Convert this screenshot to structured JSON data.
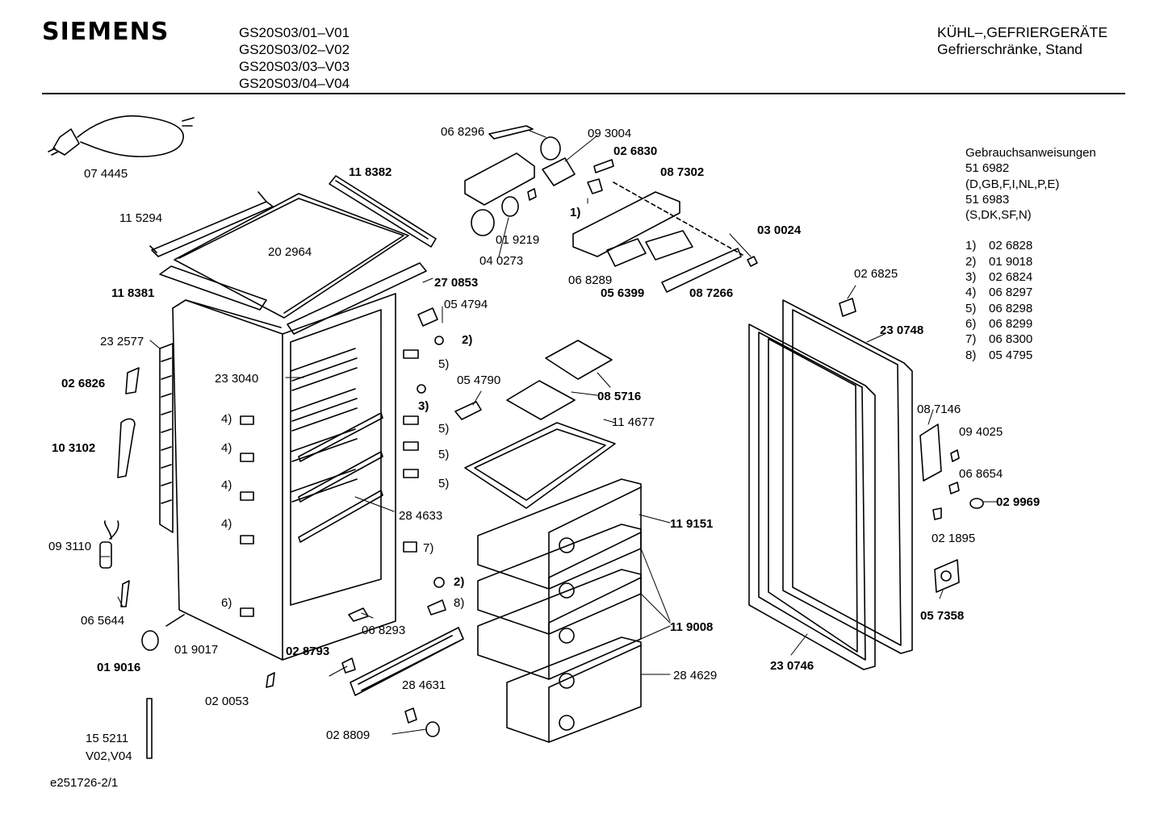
{
  "header": {
    "brand": "SIEMENS",
    "models": [
      "GS20S03/01–V01",
      "GS20S03/02–V02",
      "GS20S03/03–V03",
      "GS20S03/04–V04"
    ],
    "category_line1": "KÜHL–,GEFRIERGERÄTE",
    "category_line2": "Gefrierschränke, Stand"
  },
  "notes": {
    "title": "Gebrauchsanweisungen",
    "manual_1": "51 6982",
    "manual_1_langs": "(D,GB,F,I,NL,P,E)",
    "manual_2": "51 6983",
    "manual_2_langs": "(S,DK,SF,N)",
    "footnotes": [
      {
        "key": "1)",
        "part": "02 6828"
      },
      {
        "key": "2)",
        "part": "01 9018"
      },
      {
        "key": "3)",
        "part": "02 6824"
      },
      {
        "key": "4)",
        "part": "06 8297"
      },
      {
        "key": "5)",
        "part": "06 8298"
      },
      {
        "key": "6)",
        "part": "06 8299"
      },
      {
        "key": "7)",
        "part": "06 8300"
      },
      {
        "key": "8)",
        "part": "05 4795"
      }
    ]
  },
  "footer_code": "e251726-2/1",
  "labels": [
    {
      "id": "lbl-074445",
      "text": "07 4445",
      "bold": false
    },
    {
      "id": "lbl-115294",
      "text": "11 5294",
      "bold": false
    },
    {
      "id": "lbl-118382",
      "text": "11 8382",
      "bold": true
    },
    {
      "id": "lbl-202964",
      "text": "20 2964",
      "bold": false
    },
    {
      "id": "lbl-118381",
      "text": "11 8381",
      "bold": true
    },
    {
      "id": "lbl-270853",
      "text": "27 0853",
      "bold": true
    },
    {
      "id": "lbl-054794",
      "text": "05 4794",
      "bold": false
    },
    {
      "id": "lbl-232577",
      "text": "23 2577",
      "bold": false
    },
    {
      "id": "lbl-233040",
      "text": "23 3040",
      "bold": false
    },
    {
      "id": "lbl-026826",
      "text": "02 6826",
      "bold": true
    },
    {
      "id": "lbl-103102",
      "text": "10 3102",
      "bold": true
    },
    {
      "id": "lbl-054790",
      "text": "05 4790",
      "bold": false
    },
    {
      "id": "lbl-284633",
      "text": "28 4633",
      "bold": false
    },
    {
      "id": "lbl-093110",
      "text": "09 3110",
      "bold": false
    },
    {
      "id": "lbl-065644",
      "text": "06 5644",
      "bold": false
    },
    {
      "id": "lbl-019017",
      "text": "01 9017",
      "bold": false
    },
    {
      "id": "lbl-019016",
      "text": "01 9016",
      "bold": true
    },
    {
      "id": "lbl-020053",
      "text": "02 0053",
      "bold": false
    },
    {
      "id": "lbl-155211",
      "text": "15 5211",
      "bold": false
    },
    {
      "id": "lbl-v02v04",
      "text": "V02,V04",
      "bold": false
    },
    {
      "id": "lbl-028793",
      "text": "02 8793",
      "bold": true
    },
    {
      "id": "lbl-068293",
      "text": "06 8293",
      "bold": false
    },
    {
      "id": "lbl-284631",
      "text": "28 4631",
      "bold": false
    },
    {
      "id": "lbl-028809",
      "text": "02  8809",
      "bold": false
    },
    {
      "id": "lbl-068296",
      "text": "06 8296",
      "bold": false
    },
    {
      "id": "lbl-093004",
      "text": "09 3004",
      "bold": false
    },
    {
      "id": "lbl-026830",
      "text": "02 6830",
      "bold": true
    },
    {
      "id": "lbl-087302",
      "text": "08 7302",
      "bold": true
    },
    {
      "id": "lbl-019219",
      "text": "01 9219",
      "bold": false
    },
    {
      "id": "lbl-040273",
      "text": "04 0273",
      "bold": false
    },
    {
      "id": "lbl-068289",
      "text": "06 8289",
      "bold": false
    },
    {
      "id": "lbl-056399",
      "text": "05 6399",
      "bold": true
    },
    {
      "id": "lbl-087266",
      "text": "08 7266",
      "bold": true
    },
    {
      "id": "lbl-030024",
      "text": "03 0024",
      "bold": true
    },
    {
      "id": "lbl-085716",
      "text": "08 5716",
      "bold": true
    },
    {
      "id": "lbl-114677",
      "text": "11 4677",
      "bold": false
    },
    {
      "id": "lbl-119151",
      "text": "11 9151",
      "bold": true
    },
    {
      "id": "lbl-119008",
      "text": "11 9008",
      "bold": true
    },
    {
      "id": "lbl-284629",
      "text": "28 4629",
      "bold": false
    },
    {
      "id": "lbl-026825",
      "text": "02 6825",
      "bold": false
    },
    {
      "id": "lbl-230748",
      "text": "23 0748",
      "bold": true
    },
    {
      "id": "lbl-087146",
      "text": "08 7146",
      "bold": false
    },
    {
      "id": "lbl-094025",
      "text": "09 4025",
      "bold": false
    },
    {
      "id": "lbl-068654",
      "text": "06 8654",
      "bold": false
    },
    {
      "id": "lbl-029969",
      "text": "02 9969",
      "bold": true
    },
    {
      "id": "lbl-021895",
      "text": "02 1895",
      "bold": false
    },
    {
      "id": "lbl-057358",
      "text": "05 7358",
      "bold": true
    },
    {
      "id": "lbl-230746",
      "text": "23 0746",
      "bold": true
    }
  ],
  "callouts": [
    {
      "id": "co-2a",
      "text": "2)",
      "bold": true
    },
    {
      "id": "co-5a",
      "text": "5)",
      "bold": false
    },
    {
      "id": "co-3",
      "text": "3)",
      "bold": true
    },
    {
      "id": "co-4a",
      "text": "4)",
      "bold": false
    },
    {
      "id": "co-4b",
      "text": "4)",
      "bold": false
    },
    {
      "id": "co-4c",
      "text": "4)",
      "bold": false
    },
    {
      "id": "co-4d",
      "text": "4)",
      "bold": false
    },
    {
      "id": "co-6",
      "text": "6)",
      "bold": false
    },
    {
      "id": "co-5b",
      "text": "5)",
      "bold": false
    },
    {
      "id": "co-5c",
      "text": "5)",
      "bold": false
    },
    {
      "id": "co-5d",
      "text": "5)",
      "bold": false
    },
    {
      "id": "co-7",
      "text": "7)",
      "bold": false
    },
    {
      "id": "co-2b",
      "text": "2)",
      "bold": true
    },
    {
      "id": "co-8",
      "text": "8)",
      "bold": false
    },
    {
      "id": "co-1",
      "text": "1)",
      "bold": true
    }
  ]
}
